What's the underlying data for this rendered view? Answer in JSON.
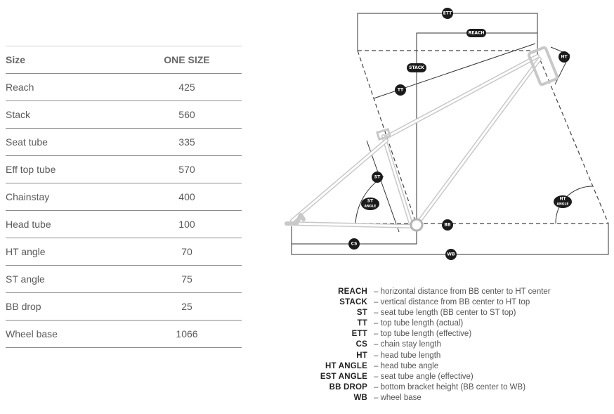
{
  "table": {
    "header": {
      "label": "Size",
      "value": "ONE SIZE"
    },
    "rows": [
      {
        "label": "Reach",
        "value": "425"
      },
      {
        "label": "Stack",
        "value": "560"
      },
      {
        "label": "Seat tube",
        "value": "335"
      },
      {
        "label": "Eff top tube",
        "value": "570"
      },
      {
        "label": "Chainstay",
        "value": "400"
      },
      {
        "label": "Head tube",
        "value": "100"
      },
      {
        "label": "HT angle",
        "value": "70"
      },
      {
        "label": "ST angle",
        "value": "75"
      },
      {
        "label": "BB drop",
        "value": "25"
      },
      {
        "label": "Wheel base",
        "value": "1066"
      }
    ]
  },
  "diagram": {
    "badges": {
      "ett": "ETT",
      "reach": "REACH",
      "stack": "STACK",
      "tt": "TT",
      "ht": "HT",
      "st": "ST",
      "st_angle_1": "ST",
      "st_angle_2": "ANGLE",
      "ht_angle_1": "HT",
      "ht_angle_2": "ANGLE",
      "bb": "BB",
      "cs": "CS",
      "wb": "WB"
    }
  },
  "legend": {
    "items": [
      {
        "term": "REACH",
        "desc": "– horizontal distance from BB center to HT center"
      },
      {
        "term": "STACK",
        "desc": "– vertical distance from BB center to HT top"
      },
      {
        "term": "ST",
        "desc": "– seat tube length (BB center to ST top)"
      },
      {
        "term": "TT",
        "desc": "– top tube length (actual)"
      },
      {
        "term": "ETT",
        "desc": "– top tube length (effective)"
      },
      {
        "term": "CS",
        "desc": "– chain stay length"
      },
      {
        "term": "HT",
        "desc": "– head tube length"
      },
      {
        "term": "HT ANGLE",
        "desc": "– head tube angle"
      },
      {
        "term": "EST ANGLE",
        "desc": "– seat tube angle (effective)"
      },
      {
        "term": "BB DROP",
        "desc": "– bottom bracket height (BB center to WB)"
      },
      {
        "term": "WB",
        "desc": "– wheel base"
      }
    ]
  }
}
